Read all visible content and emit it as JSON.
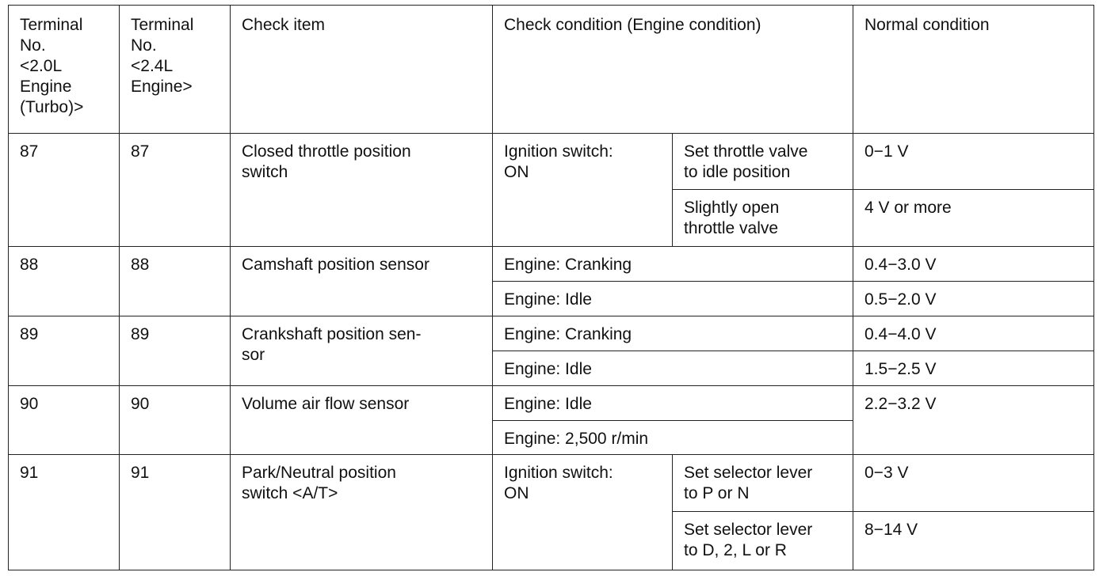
{
  "table": {
    "headers": {
      "terminal_20": "Terminal\nNo.\n<2.0L\nEngine\n(Turbo)>",
      "terminal_24": "Terminal\nNo.\n<2.4L\nEngine>",
      "check_item": "Check item",
      "check_condition": "Check condition (Engine condition)",
      "normal_condition": "Normal condition"
    },
    "rows": {
      "r87": {
        "t20": "87",
        "t24": "87",
        "item": "Closed throttle position\nswitch",
        "condition": "Ignition switch:\nON",
        "sub": [
          "Set throttle valve\nto idle position",
          "Slightly open\nthrottle valve"
        ],
        "normal": [
          "0−1 V",
          "4 V or more"
        ]
      },
      "r88": {
        "t20": "88",
        "t24": "88",
        "item": "Camshaft position sensor",
        "conditions": [
          "Engine: Cranking",
          "Engine: Idle"
        ],
        "normal": [
          "0.4−3.0 V",
          "0.5−2.0 V"
        ]
      },
      "r89": {
        "t20": "89",
        "t24": "89",
        "item": "Crankshaft position sen-\nsor",
        "conditions": [
          "Engine: Cranking",
          "Engine: Idle"
        ],
        "normal": [
          "0.4−4.0 V",
          "1.5−2.5 V"
        ]
      },
      "r90": {
        "t20": "90",
        "t24": "90",
        "item": "Volume air flow sensor",
        "conditions": [
          "Engine: Idle",
          "Engine: 2,500 r/min"
        ],
        "normal": "2.2−3.2 V"
      },
      "r91": {
        "t20": "91",
        "t24": "91",
        "item": "Park/Neutral position\nswitch <A/T>",
        "condition": "Ignition switch:\nON",
        "sub": [
          "Set selector lever\nto P or N",
          "Set selector lever\nto D, 2, L or R"
        ],
        "normal": [
          "0−3 V",
          "8−14 V"
        ]
      }
    }
  }
}
